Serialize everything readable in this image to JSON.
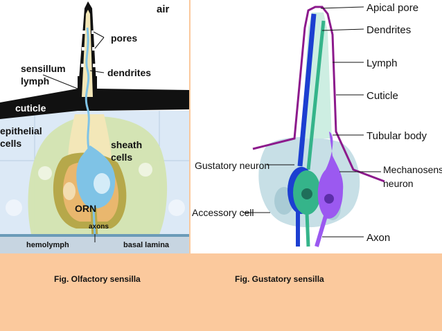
{
  "olfactory": {
    "labels": {
      "air": "air",
      "pores": "pores",
      "sensillum": "sensillum",
      "lymph": "lymph",
      "dendrites": "dendrites",
      "cuticle": "cuticle",
      "epithelial": "epithelial",
      "cells": "cells",
      "sheath": "sheath",
      "sheath_cells": "cells",
      "orn": "ORN",
      "axons": "axons",
      "hemolymph": "hemolymph",
      "basal_lamina": "basal lamina"
    },
    "caption": "Fig. Olfactory sensilla"
  },
  "gustatory": {
    "labels": {
      "apical_pore": "Apical pore",
      "dendrites": "Dendrites",
      "lymph": "Lymph",
      "cuticle": "Cuticle",
      "tubular_body": "Tubular body",
      "gustatory_neuron": "Gustatory neuron",
      "mechanosensory": "Mechanosenso",
      "neuron": "neuron",
      "accessory_cell": "Accessory cell",
      "axon": "Axon"
    },
    "caption": "Fig. Gustatory  sensilla"
  },
  "colors": {
    "background": "#fbc99d",
    "cuticle_black": "#111111",
    "epithelium": "#dce9f6",
    "sheath": "#d5e5b3",
    "orn": "#7fc3e6",
    "accessory_olive": "#b6a84a",
    "gus_lymph": "#cdeee2",
    "gus_dendrite": "#1c3fd1",
    "gus_cell": "#35b48a",
    "mech_cell": "#9b59f0",
    "cuticle_purple": "#8c1a8c"
  }
}
